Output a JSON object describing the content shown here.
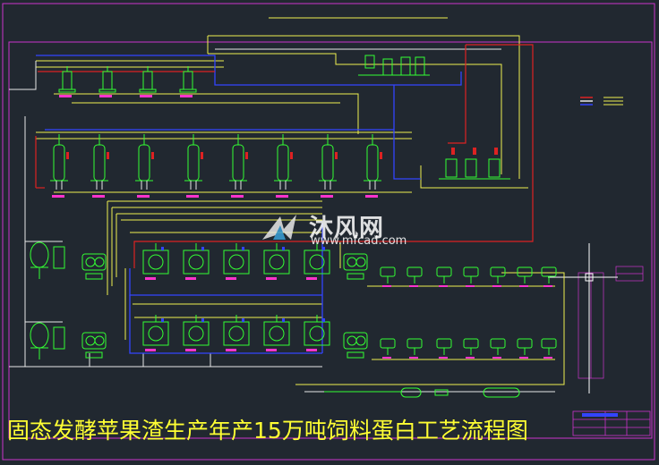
{
  "drawing": {
    "caption": "固态发酵苹果渣生产年产15万吨饲料蛋白工艺流程图"
  },
  "watermark": {
    "brand": "沐风网",
    "url": "www.mfcad.com"
  },
  "colors": {
    "background": "#212830",
    "frame": "#cc33cc",
    "equipment": "#33ff33",
    "pipe_yellow": "#f0f050",
    "pipe_white": "#e8e8e8",
    "pipe_blue": "#3344ff",
    "pipe_red": "#dd2222",
    "label_magenta": "#ff33cc",
    "caption": "#ffff33"
  }
}
